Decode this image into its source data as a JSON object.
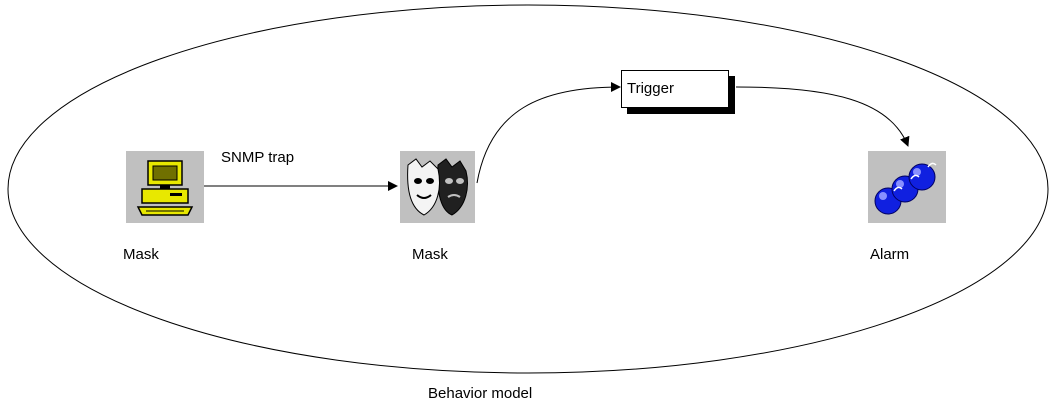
{
  "diagram": {
    "nodes": [
      {
        "id": "source",
        "label": "Mask",
        "icon": "computer-terminal-icon"
      },
      {
        "id": "mask",
        "label": "Mask",
        "icon": "theater-masks-icon"
      },
      {
        "id": "alarm",
        "label": "Alarm",
        "icon": "molecule-chain-icon"
      }
    ],
    "trigger": {
      "label": "Trigger"
    },
    "edges": [
      {
        "from": "source",
        "to": "mask",
        "label": "SNMP trap"
      },
      {
        "from": "mask",
        "to": "trigger",
        "label": ""
      },
      {
        "from": "trigger",
        "to": "alarm",
        "label": ""
      }
    ],
    "container_label": "Behavior model"
  },
  "colors": {
    "icon_background": "#c0c0c0",
    "terminal_yellow": "#e8e800",
    "alarm_blue": "#1020e0",
    "line": "#000000"
  }
}
